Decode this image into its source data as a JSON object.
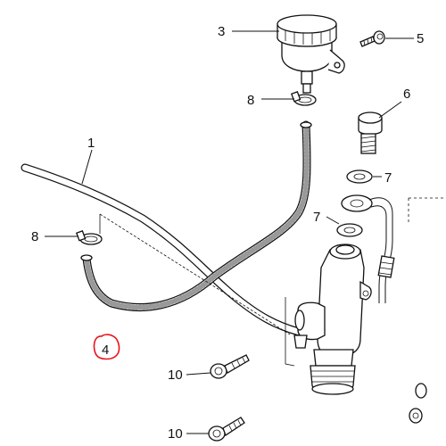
{
  "diagram": {
    "callouts": {
      "c1": "1",
      "c3": "3",
      "c4": "4",
      "c5": "5",
      "c6": "6",
      "c7a": "7",
      "c7b": "7",
      "c8a": "8",
      "c8b": "8",
      "c10a": "10",
      "c10b": "10"
    },
    "highlight_color": "#e8131b"
  }
}
